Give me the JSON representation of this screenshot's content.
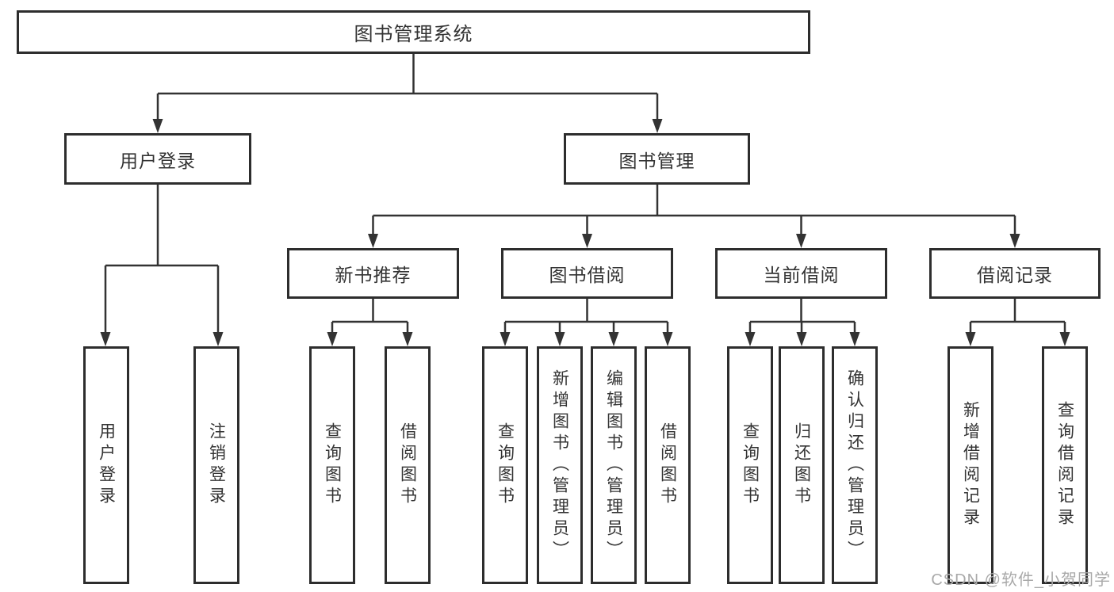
{
  "diagram_title": "图书管理系统",
  "colors": {
    "line": "#333333",
    "box_border": "#2d2d2d",
    "box_fill": "#ffffff",
    "text": "#333333",
    "watermark": "#a9a9a9",
    "background": "#ffffff"
  },
  "tree": {
    "label": "图书管理系统",
    "children": [
      {
        "label": "用户登录",
        "children": [
          {
            "label": "用户登录"
          },
          {
            "label": "注销登录"
          }
        ]
      },
      {
        "label": "图书管理",
        "children": [
          {
            "label": "新书推荐",
            "children": [
              {
                "label": "查询图书"
              },
              {
                "label": "借阅图书"
              }
            ]
          },
          {
            "label": "图书借阅",
            "children": [
              {
                "label": "查询图书"
              },
              {
                "label": "新增图书（管理员）"
              },
              {
                "label": "编辑图书（管理员）"
              },
              {
                "label": "借阅图书"
              }
            ]
          },
          {
            "label": "当前借阅",
            "children": [
              {
                "label": "查询图书"
              },
              {
                "label": "归还图书"
              },
              {
                "label": "确认归还（管理员）"
              }
            ]
          },
          {
            "label": "借阅记录",
            "children": [
              {
                "label": "新增借阅记录"
              },
              {
                "label": "查询借阅记录"
              }
            ]
          }
        ]
      }
    ]
  },
  "watermark": {
    "text": "CSDN @软件_小贺同学"
  }
}
